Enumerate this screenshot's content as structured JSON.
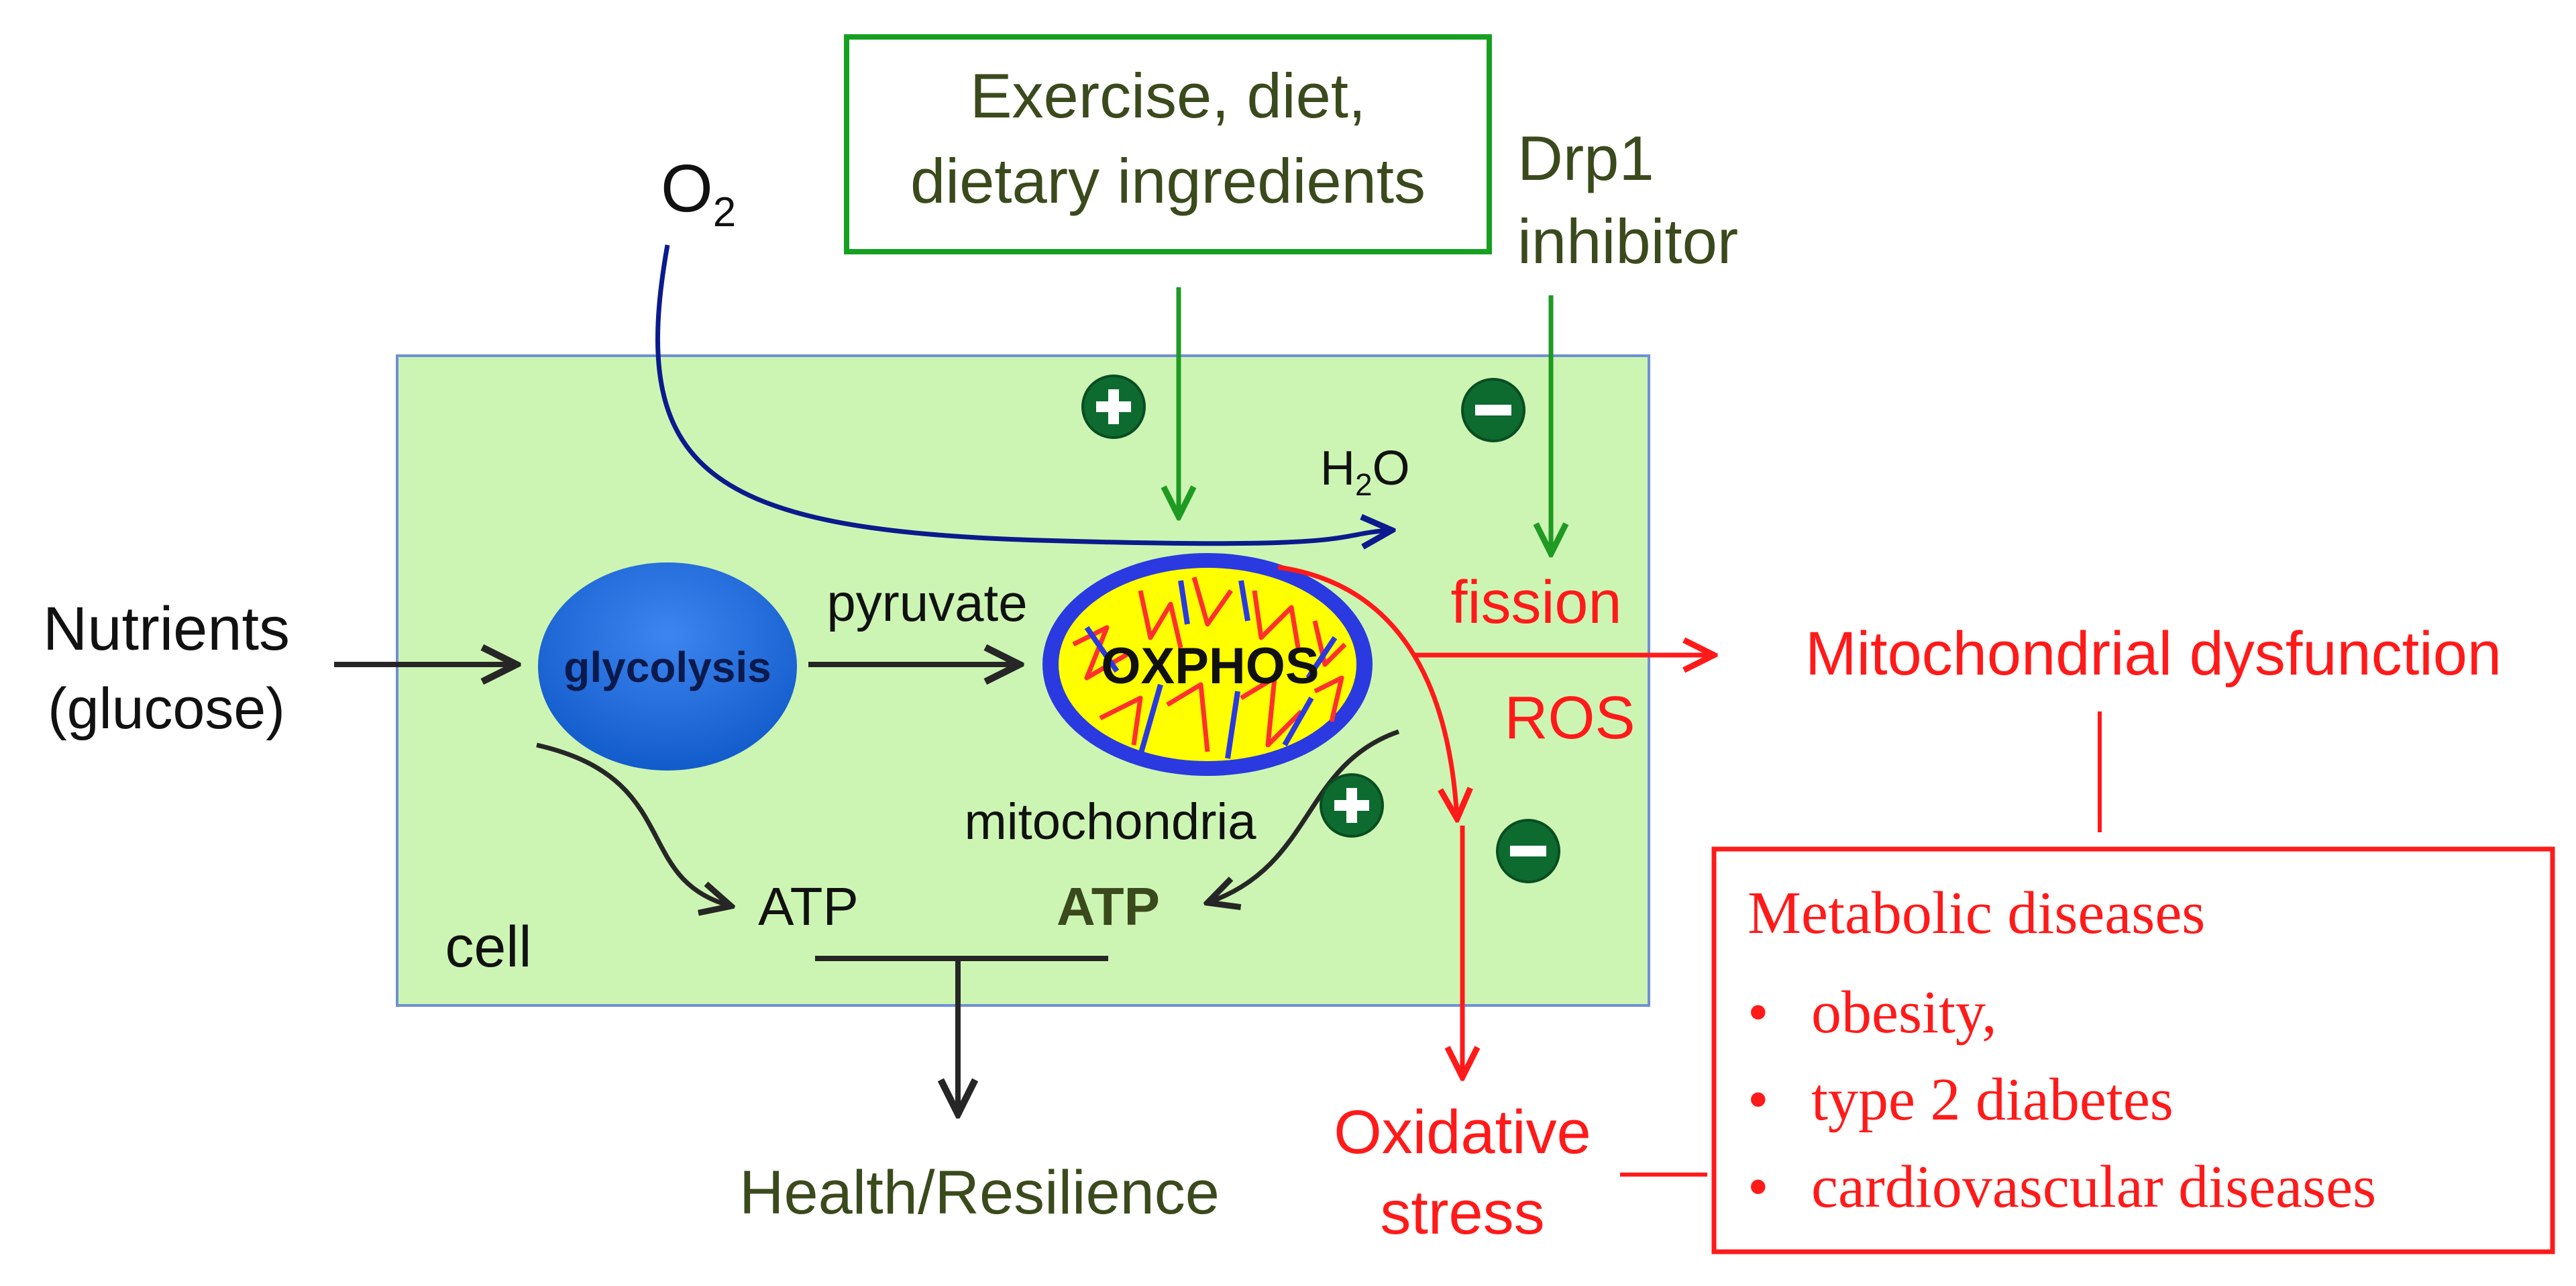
{
  "colors": {
    "cell_fill": "#ccf5b3",
    "cell_border": "#6f8fd6",
    "dark_green_text": "#3a4a1c",
    "green_arrow": "#1f9a22",
    "box_green": "#16a021",
    "red": "#ff1a1a",
    "navy": "#0b1a8c",
    "dark": "#262626",
    "glycolysis_blue": "#1565d6",
    "mito_yellow": "#ffff00",
    "mito_blue": "#2a3ae0",
    "mito_red": "#ff3030",
    "plus_minus_badge": "#0d6b2f"
  },
  "labels": {
    "top_box_line1": "Exercise, diet,",
    "top_box_line2": "dietary ingredients",
    "drp1_line1": "Drp1",
    "drp1_line2": "inhibitor",
    "o2_main": "O",
    "o2_sub": "2",
    "h2o_h": "H",
    "h2o_sub": "2",
    "h2o_o": "O",
    "nutrients": "Nutrients",
    "glucose": "(glucose)",
    "glycolysis": "glycolysis",
    "pyruvate": "pyruvate",
    "oxphos": "OXPHOS",
    "mitochondria": "mitochondria",
    "atp_left": "ATP",
    "atp_right": "ATP",
    "cell": "cell",
    "fission": "fission",
    "ros": "ROS",
    "mito_dysfunction": "Mitochondrial dysfunction",
    "oxidative_line1": "Oxidative",
    "oxidative_line2": "stress",
    "health": "Health/Resilience",
    "metabolic_title": "Metabolic diseases",
    "bullet_symbol": "•",
    "disease_items": [
      "obesity,",
      "type 2 diabetes",
      "cardiovascular diseases"
    ],
    "plus": "+",
    "minus": "−"
  }
}
